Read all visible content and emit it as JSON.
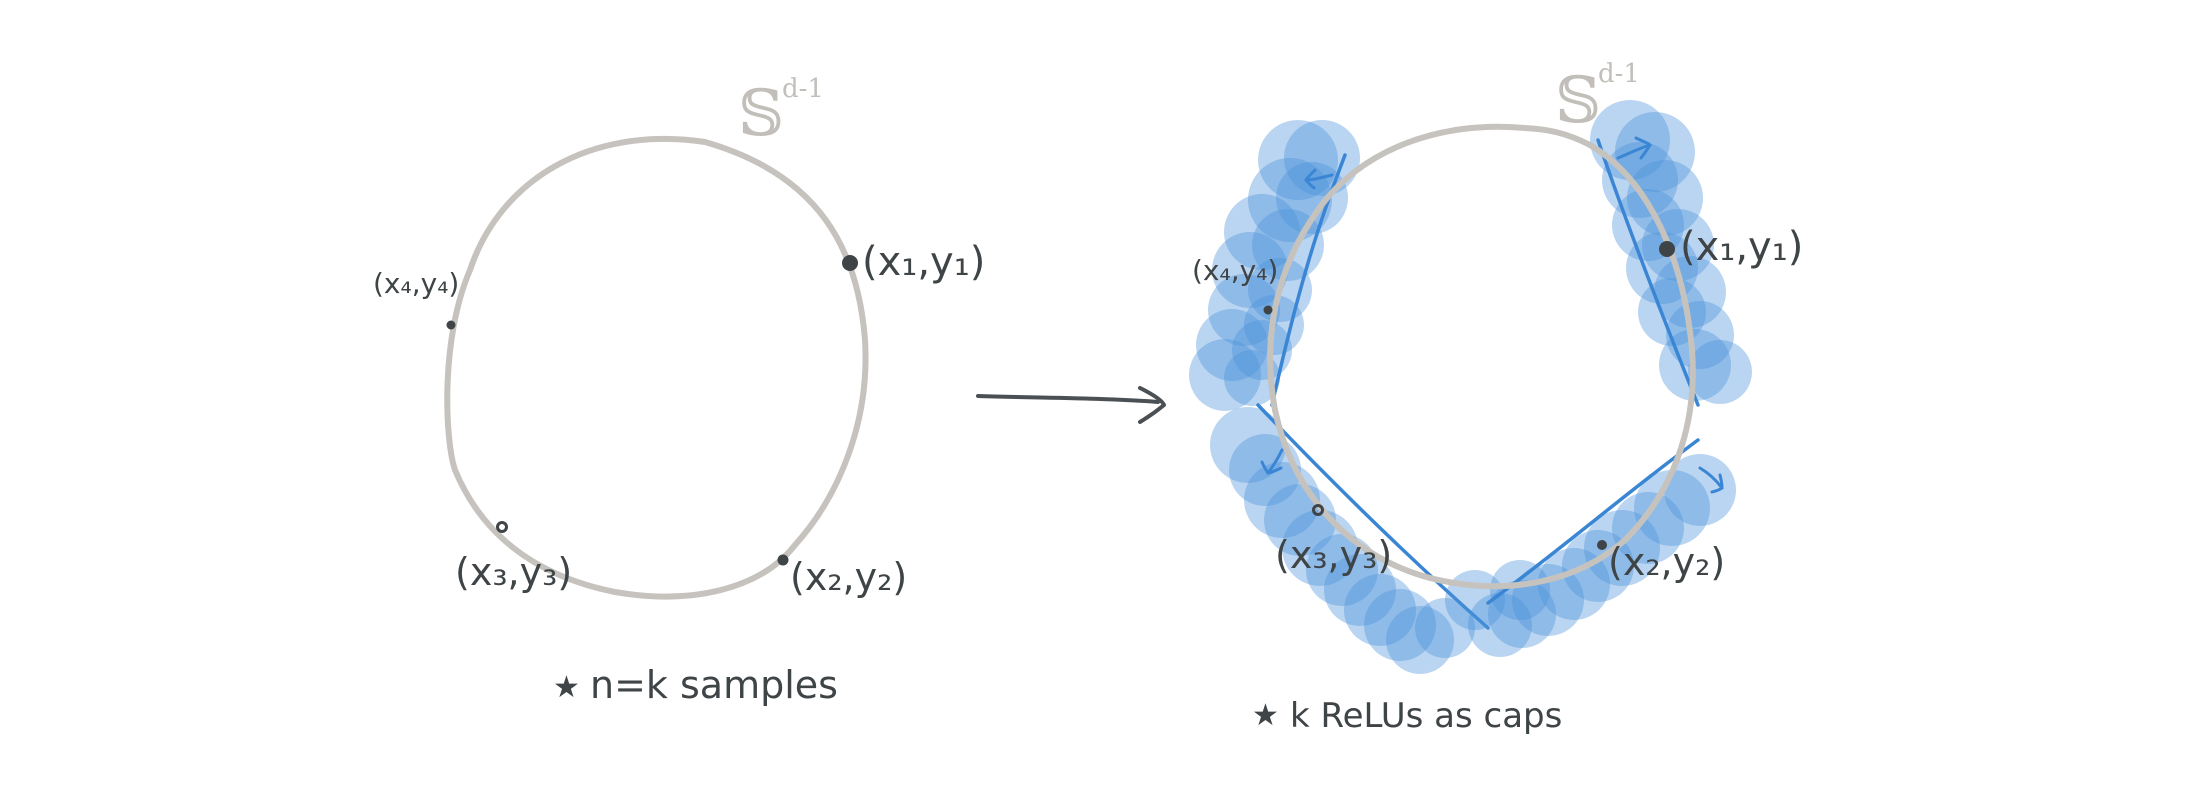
{
  "colors": {
    "background": "#ffffff",
    "sphere": "#c6c3be",
    "ink": "#3f4447",
    "cap_fill": "#4a90d9",
    "cap_line": "#3a86d4",
    "sphere_label": "#c2bfba"
  },
  "left": {
    "sphere_label": "𝕊",
    "sphere_sup": "d-1",
    "points": [
      {
        "label": "(x₁,y₁)",
        "name": "point-x1-y1"
      },
      {
        "label": "(x₂,y₂)",
        "name": "point-x2-y2"
      },
      {
        "label": "(x₃,y₃)",
        "name": "point-x3-y3"
      },
      {
        "label": "(x₄,y₄)",
        "name": "point-x4-y4"
      }
    ],
    "caption_star": "★",
    "caption": "n=k samples"
  },
  "right": {
    "sphere_label": "𝕊",
    "sphere_sup": "d-1",
    "points": [
      {
        "label": "(x₁,y₁)",
        "name": "point-x1-y1"
      },
      {
        "label": "(x₂,y₂)",
        "name": "point-x2-y2"
      },
      {
        "label": "(x₃,y₃)",
        "name": "point-x3-y3"
      },
      {
        "label": "(x₄,y₄)",
        "name": "point-x4-y4"
      }
    ],
    "caption_star": "★",
    "caption": "k ReLUs as caps"
  }
}
